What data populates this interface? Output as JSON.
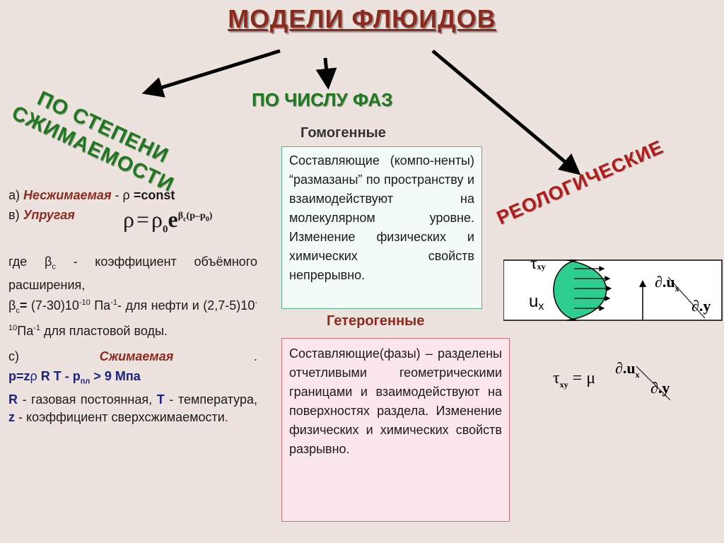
{
  "title": "МОДЕЛИ ФЛЮИДОВ",
  "branches": {
    "compressibility": "ПО СТЕПЕНИ СЖИМАЕМОСТИ",
    "compressibility_lines": [
      "ПО СТЕПЕНИ",
      "СЖИМАЕМОСТИ"
    ],
    "phases": "ПО ЧИСЛУ ФАЗ",
    "rheology": "РЕОЛОГИЧЕСКИЕ"
  },
  "compressibility": {
    "a_prefix": "а)",
    "a_name": "Несжимаемая",
    "a_sep": " - ",
    "a_rho": "ρ",
    "a_cond": "=const",
    "b_prefix": "в)",
    "b_name": "Упругая",
    "formula": {
      "rho": "ρ",
      "eq": "=",
      "rho0": "ρ",
      "rho0_sub": "0",
      "e": "e",
      "exp_beta": "β",
      "exp_c": "c",
      "exp_rest": "(p–p",
      "exp_0": "0",
      "exp_close": ")"
    },
    "where": "где",
    "beta": "β",
    "beta_sub": "c",
    "where_rest": " - коэффициент объёмного расширения,",
    "beta_eq": "=",
    "oil_range": " (7-30)10",
    "exp_neg10": "-10",
    "pa": " Па",
    "exp_neg1": "-1",
    "oil_text": "- для нефти и (2,7-5)10",
    "pa2": "Па",
    "water_text": " для пластовой воды.",
    "c_prefix": "с)",
    "c_name": "Сжимаемая",
    "c_dot": ".",
    "gas_formula_p": "p=z",
    "gas_formula_rho": "ρ",
    "gas_formula_rt": " R T  - p",
    "gas_formula_sub": "пл",
    "gas_formula_end": " > 9 Мпа",
    "r_label": "R",
    "r_desc": " - газовая постоянная, ",
    "t_label": "T",
    "t_desc": " - температура, ",
    "z_label": "z",
    "z_desc": " - коэффициент сверхсжимаемости",
    "z_dot": "."
  },
  "phases": {
    "homogeneous_head": "Гомогенные",
    "homogeneous_text": "Составляющие (компо-ненты) “размазаны” по пространству и взаимодействуют на молекулярном уровне. Изменение физических и химических свойств непрерывно.",
    "heterogeneous_head": "Гетерогенные",
    "heterogeneous_text": "Составляющие(фазы) – разделены отчетливыми геометрическими границами и взаимодействуют на поверхностях раздела. Изменение физических и химических свойств разрывно."
  },
  "rheology": {
    "tau": "τ",
    "tau_sub": "xy",
    "ux": "u",
    "ux_sub": "x",
    "d_ux": "∂.u",
    "d_ux_sub": "x",
    "d_y": "∂.y",
    "formula_eq": "=",
    "mu": "μ"
  },
  "colors": {
    "title": "#8b2a1f",
    "green_heading": "#1f7a1f",
    "rheology_heading": "#b31b1b",
    "profile_fill": "#2ecf8e",
    "homogeneous_border": "#59b08d",
    "heterogeneous_border": "#d66a7a"
  }
}
